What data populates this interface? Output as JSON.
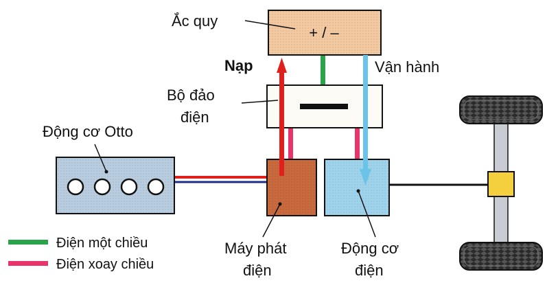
{
  "labels": {
    "battery": "Ắc quy",
    "battery_sign": "+ / –",
    "charge": "Nạp",
    "operate": "Vận hành",
    "inverter_line1": "Bộ đảo",
    "inverter_line2": "điện",
    "engine": "Động cơ Otto",
    "generator_line1": "Máy phát",
    "generator_line2": "điện",
    "motor_line1": "Động cơ",
    "motor_line2": "điện"
  },
  "legend": [
    {
      "label": "Điện một chiều",
      "color": "#2aa34a"
    },
    {
      "label": "Điện xoay chiều",
      "color": "#e8336b"
    }
  ],
  "colors": {
    "battery_fill": "#f2c9a0",
    "inverter_fill": "#fdfbf6",
    "engine_fill": "#b8cde0",
    "generator_fill": "#c86a3e",
    "motor_fill": "#9fd3ec",
    "charge_arrow": "#e0201c",
    "operate_arrow": "#6cc3e8",
    "shaft_fill": "#c9cdd3",
    "hub_fill": "#f4d03f",
    "tire_fill": "#2a2a2a",
    "engine_to_generator_line_colors": [
      "#e0201c",
      "#1f2a8a"
    ]
  }
}
